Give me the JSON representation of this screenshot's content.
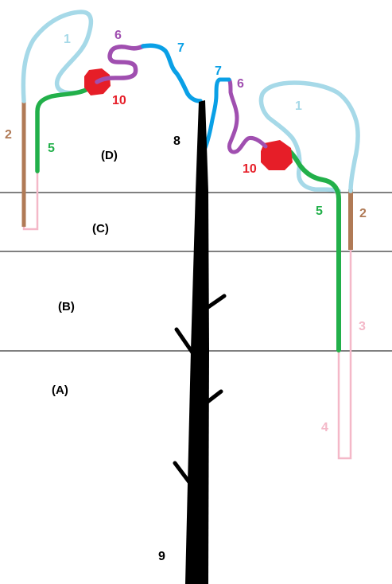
{
  "zones": [
    {
      "id": "D",
      "label": "(D)"
    },
    {
      "id": "C",
      "label": "(C)"
    },
    {
      "id": "B",
      "label": "(B)"
    },
    {
      "id": "A",
      "label": "(A)"
    }
  ],
  "labels": {
    "left": {
      "n1": "1",
      "n2": "2",
      "n5": "5",
      "n6": "6",
      "n7": "7",
      "n10": "10"
    },
    "center": {
      "n8": "8",
      "n9": "9"
    },
    "right": {
      "n1": "1",
      "n2": "2",
      "n3": "3",
      "n4": "4",
      "n5": "5",
      "n6": "6",
      "n7": "7",
      "n10": "10"
    }
  },
  "colors": {
    "segment_1": "#a6d9e8",
    "segment_2": "#b07a56",
    "segment_3_4": "#f4b8c8",
    "segment_5": "#22b04a",
    "segment_6": "#a04fb0",
    "segment_7": "#0aa0e6",
    "segment_8_9": "#000000",
    "segment_10": "#e61e28",
    "zone_lines": "#000000"
  }
}
